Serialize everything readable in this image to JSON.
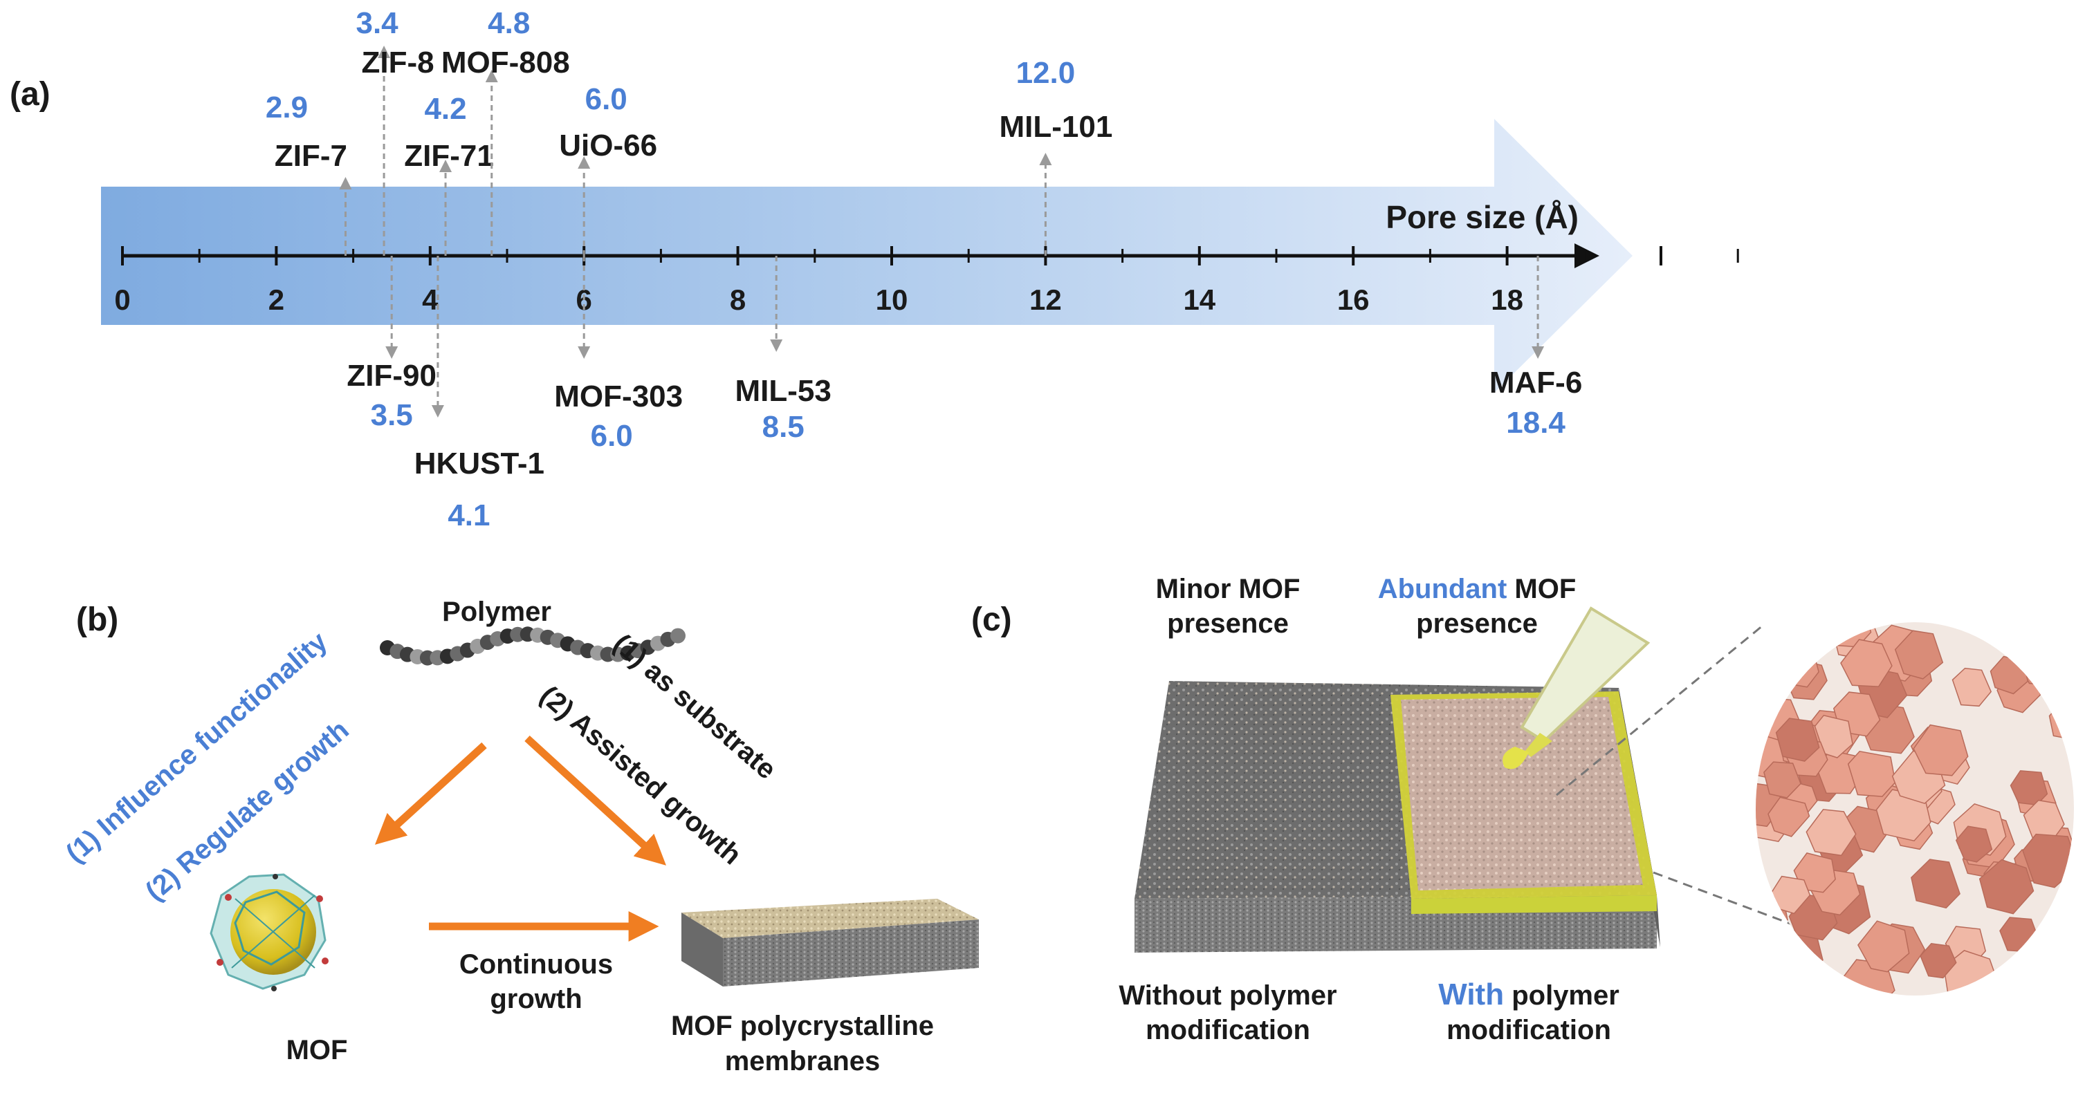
{
  "panel_a": {
    "label": "(a)",
    "axis_title": "Pore size (Å)",
    "ticks": [
      "0",
      "2",
      "4",
      "6",
      "8",
      "10",
      "12",
      "14",
      "16",
      "18"
    ],
    "tick_values": [
      0,
      2,
      4,
      6,
      8,
      10,
      12,
      14,
      16,
      18
    ],
    "above": [
      {
        "name": "ZIF-7",
        "size": "2.9",
        "value": 2.9
      },
      {
        "name": "ZIF-8",
        "size": "3.4",
        "value": 3.4
      },
      {
        "name": "ZIF-71",
        "size": "4.2",
        "value": 4.2
      },
      {
        "name": "MOF-808",
        "size": "4.8",
        "value": 4.8
      },
      {
        "name": "UiO-66",
        "size": "6.0",
        "value": 6.0
      },
      {
        "name": "MIL-101",
        "size": "12.0",
        "value": 12.0
      }
    ],
    "below": [
      {
        "name": "ZIF-90",
        "size": "3.5",
        "value": 3.5
      },
      {
        "name": "HKUST-1",
        "size": "4.1",
        "value": 4.1
      },
      {
        "name": "MOF-303",
        "size": "6.0",
        "value": 6.0
      },
      {
        "name": "MIL-53",
        "size": "8.5",
        "value": 8.5
      },
      {
        "name": "MAF-6",
        "size": "18.4",
        "value": 18.4
      }
    ]
  },
  "panel_b": {
    "label": "(b)",
    "polymer": "Polymer",
    "left_line1": "(1)  Influence functionality",
    "left_line2": "(2) Regulate growth",
    "right_line1": "(1) as substrate",
    "right_line2": "(2) Assisted growth",
    "cont_line1": "Continuous",
    "cont_line2": "growth",
    "mof": "MOF",
    "membrane_line1": "MOF polycrystalline",
    "membrane_line2": "membranes"
  },
  "panel_c": {
    "label": "(c)",
    "minor_line1": "Minor MOF",
    "minor_line2": "presence",
    "abundant_word": "Abundant",
    "abundant_rest": " MOF",
    "abundant_line2": "presence",
    "without_line1": "Without polymer",
    "without_line2": "modification",
    "with_word": "With",
    "with_rest": " polymer",
    "with_line2": "modification"
  },
  "colors": {
    "blue_text": "#4a7fd4",
    "orange_arrow": "#f07e22",
    "yellow": "#d8d83c"
  }
}
